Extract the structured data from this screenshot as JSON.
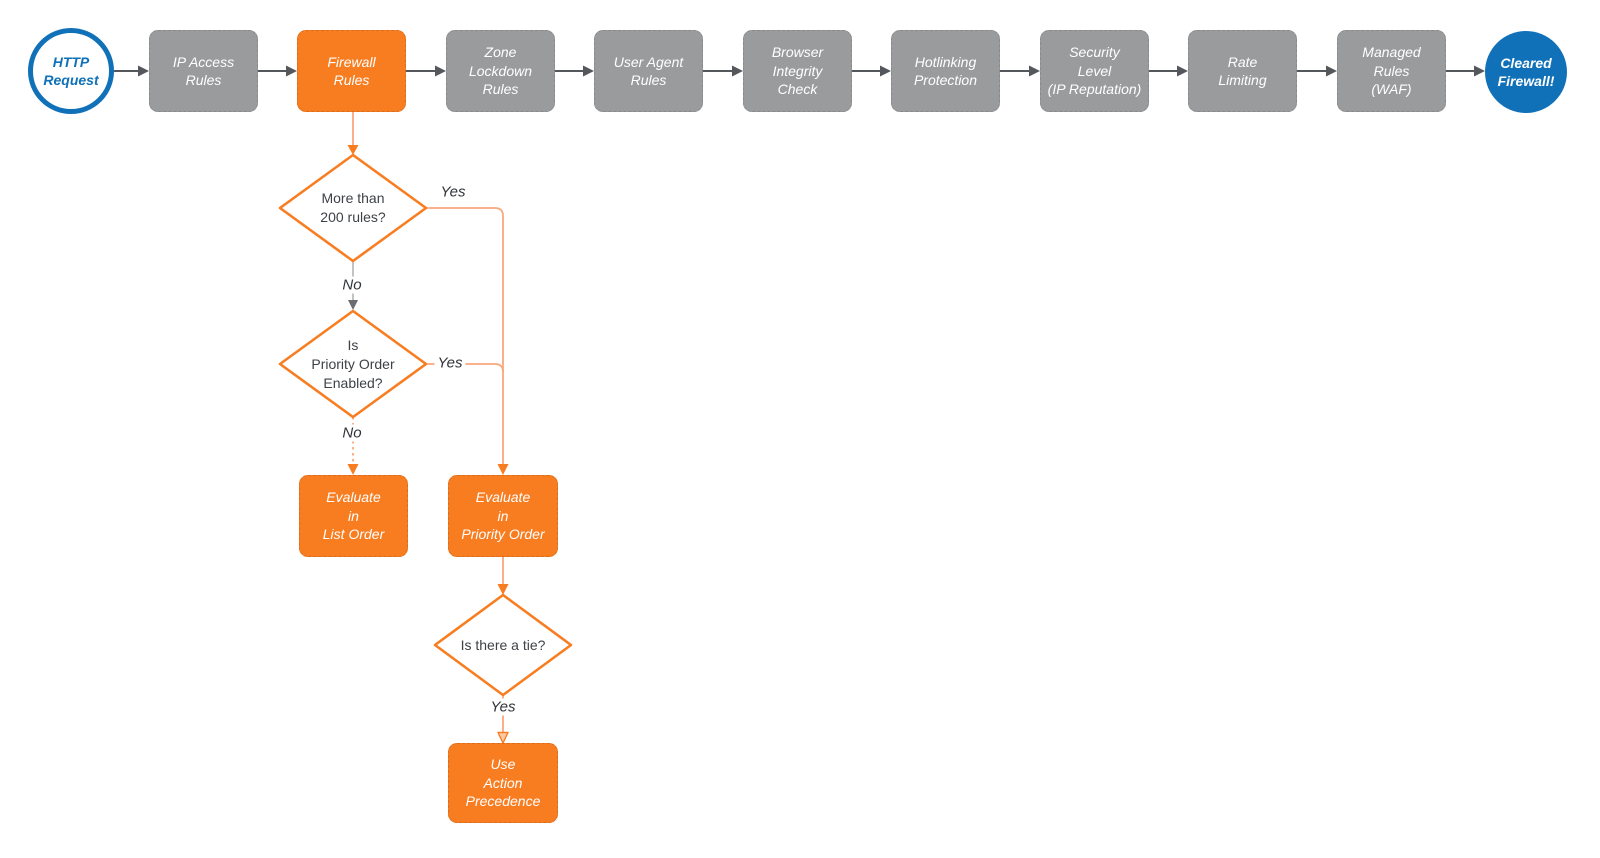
{
  "colors": {
    "accent-orange": "#F87D21",
    "connector-orange": "#F9A87C",
    "node-gray": "#9A9B9D",
    "node-gray-border": "#88898B",
    "arrow-gray": "#54585C",
    "accent-blue": "#1071B8",
    "diamond-text": "#3E4247",
    "edge-label-text": "#303439",
    "canvas-bg": "#FFFFFF"
  },
  "pipeline": {
    "start": {
      "label": "HTTP\nRequest"
    },
    "stages": [
      {
        "label": "IP Access\nRules"
      },
      {
        "label": "Firewall\nRules"
      },
      {
        "label": "Zone\nLockdown\nRules"
      },
      {
        "label": "User Agent\nRules"
      },
      {
        "label": "Browser\nIntegrity\nCheck"
      },
      {
        "label": "Hotlinking\nProtection"
      },
      {
        "label": "Security\nLevel\n(IP Reputation)"
      },
      {
        "label": "Rate\nLimiting"
      },
      {
        "label": "Managed\nRules\n(WAF)"
      }
    ],
    "end": {
      "label": "Cleared\nFirewall!"
    }
  },
  "firewall_branch": {
    "decision_rules_count": {
      "label": "More than\n200 rules?",
      "yes": "Yes",
      "no": "No"
    },
    "decision_priority_enabled": {
      "label": "Is\nPriority Order\nEnabled?",
      "yes": "Yes",
      "no": "No"
    },
    "evaluate_list_order": {
      "label": "Evaluate\nin\nList Order"
    },
    "evaluate_priority_order": {
      "label": "Evaluate\nin\nPriority Order"
    },
    "decision_tie": {
      "label": "Is there a tie?",
      "yes": "Yes"
    },
    "use_action_precedence": {
      "label": "Use\nAction\nPrecedence"
    }
  }
}
